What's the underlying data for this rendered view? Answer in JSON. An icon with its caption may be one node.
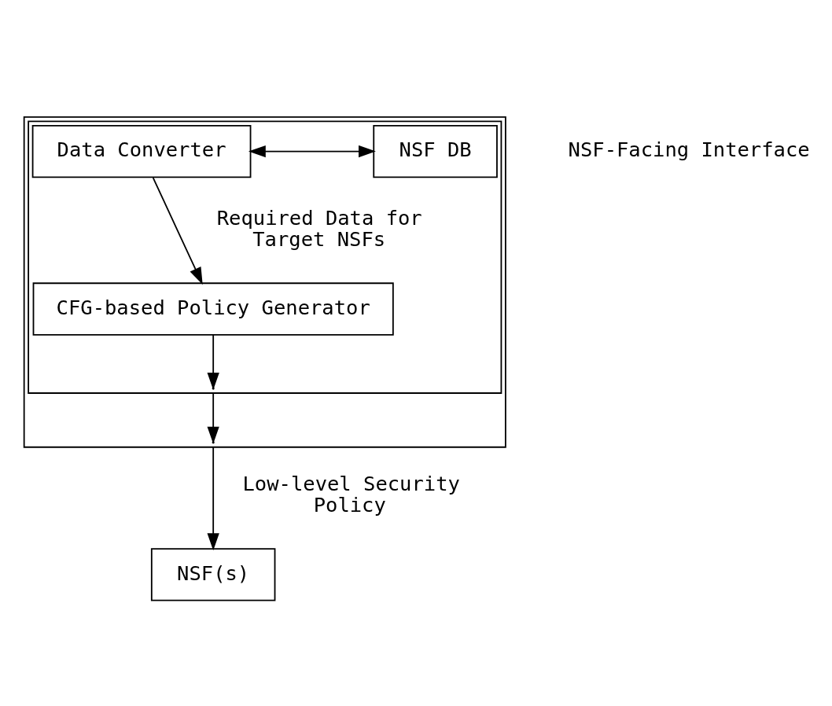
{
  "diagram": {
    "nodes": [
      {
        "text": [],
        "shape": "box"
      },
      {
        "text": [],
        "shape": "box",
        "in": 0
      },
      {
        "text": [
          "Data Converter"
        ],
        "in": 1
      },
      {
        "text": [
          "NSF DB"
        ],
        "in": 1
      },
      {
        "text": [
          "CFG-based Policy Generator"
        ],
        "in": 1
      },
      {
        "text": [
          "NSF(s)"
        ]
      }
    ],
    "edges": [
      {
        "from": 2,
        "to": 3,
        "arrow": "both"
      },
      {
        "from": 2,
        "to": 4,
        "arrow": "to",
        "label": "Required Data for Target NSFs"
      },
      {
        "from": 4,
        "to": 1,
        "arrow": "to"
      },
      {
        "from": 1,
        "to": 0,
        "arrow": "to"
      },
      {
        "from": 0,
        "to": 5,
        "arrow": "to",
        "label": "Low-level Security Policy"
      }
    ],
    "labels": [
      "NSF-Facing Interface"
    ]
  }
}
